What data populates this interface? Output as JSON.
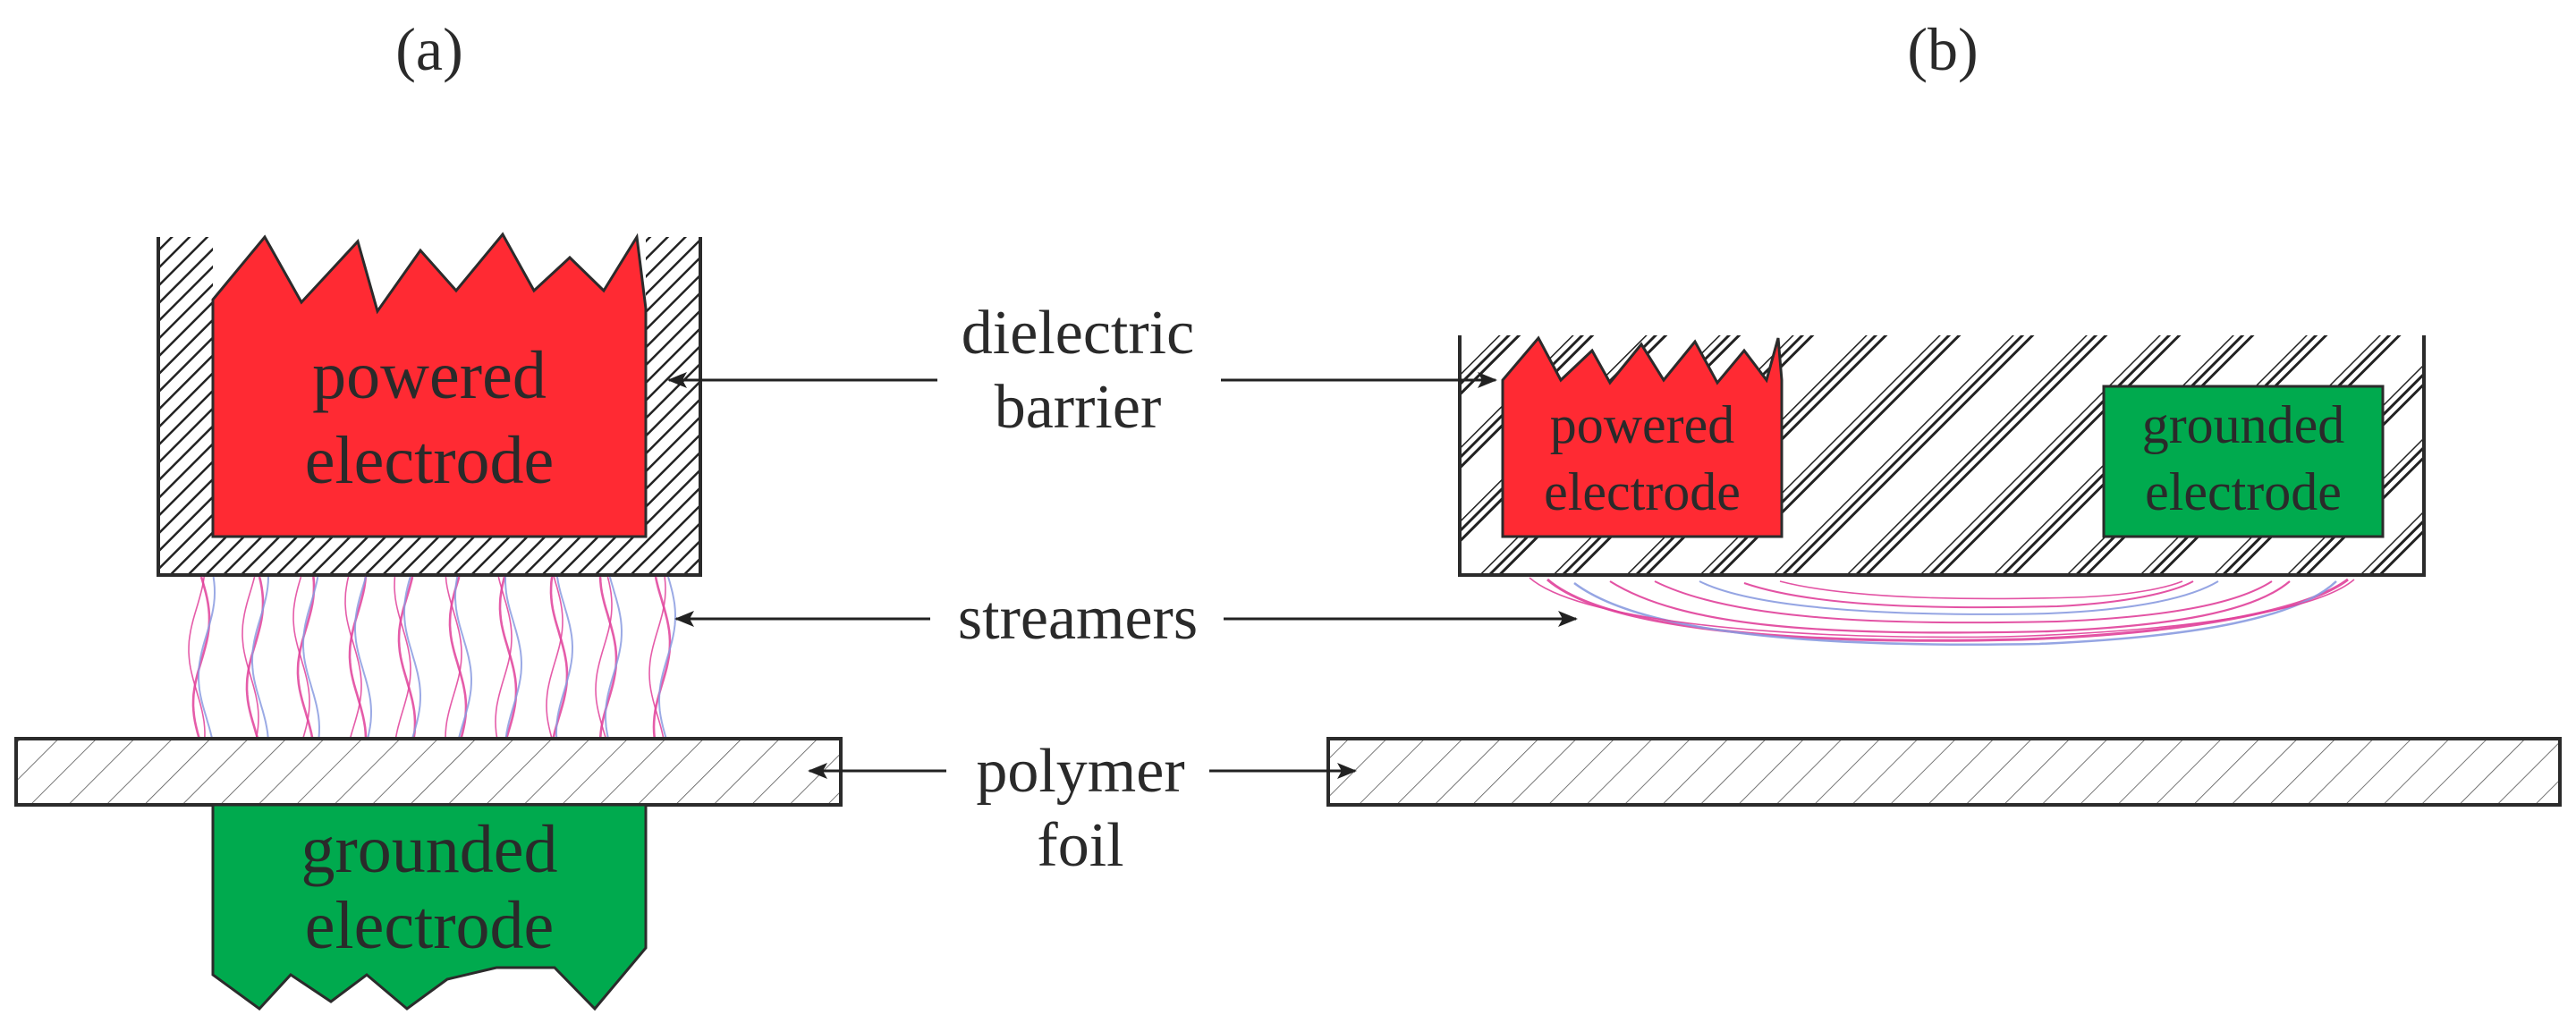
{
  "panels": {
    "a": {
      "label": "(a)"
    },
    "b": {
      "label": "(b)"
    }
  },
  "callouts": {
    "dielectric": {
      "line1": "dielectric",
      "line2": "barrier"
    },
    "streamers": {
      "text": "streamers"
    },
    "polymer": {
      "line1": "polymer",
      "line2": "foil"
    }
  },
  "electrodes_a": {
    "powered": {
      "line1": "powered",
      "line2": "electrode"
    },
    "grounded": {
      "line1": "grounded",
      "line2": "electrode"
    }
  },
  "electrodes_b": {
    "powered": {
      "line1": "powered",
      "line2": "electrode"
    },
    "grounded": {
      "line1": "grounded",
      "line2": "electrode"
    }
  },
  "colors": {
    "powered": "#ff2a33",
    "grounded": "#00aa4e",
    "streamer_pink": "#e0409a",
    "streamer_blue": "#8a9be0",
    "outline": "#2b2b2b"
  }
}
